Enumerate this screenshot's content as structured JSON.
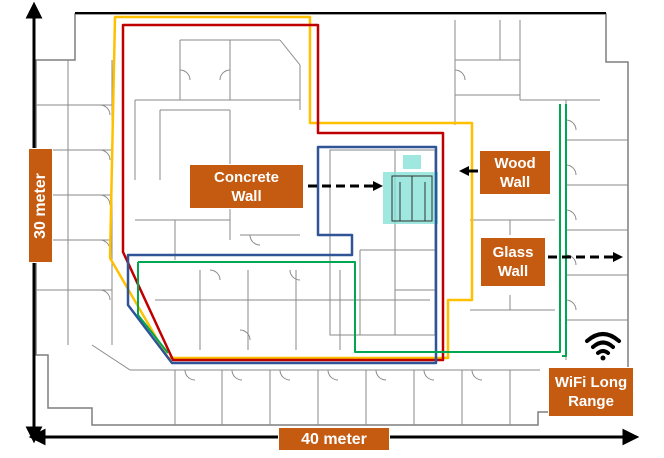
{
  "dimensions": {
    "height": "30 meter",
    "width": "40 meter"
  },
  "labels": {
    "concrete_wall": "Concrete\nWall",
    "wood_wall": "Wood\nWall",
    "glass_wall": "Glass\nWall",
    "wifi_router": "WiFi Long\nRange"
  },
  "icons": {
    "router": "wifi-icon"
  },
  "colors": {
    "label_fill": "#c55a11",
    "label_text": "#ffffff",
    "path_red": "#c00000",
    "path_yellow": "#ffc000",
    "path_blue": "#2f5597",
    "path_green": "#00a650",
    "stair_highlight": "#7fe0d6",
    "wall_lines": "#7f7f7f",
    "dimension_lines": "#000000"
  }
}
